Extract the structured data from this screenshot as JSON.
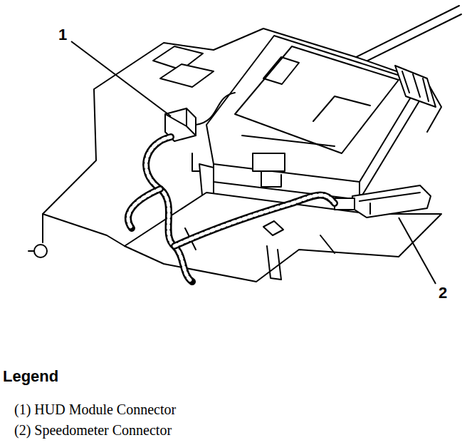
{
  "diagram": {
    "labels": [
      "1",
      "2",
      "Legend"
    ],
    "legend": [
      {
        "text": "(1) HUD Module Connector"
      },
      {
        "text": "(2) Speedometer Connector"
      }
    ]
  }
}
